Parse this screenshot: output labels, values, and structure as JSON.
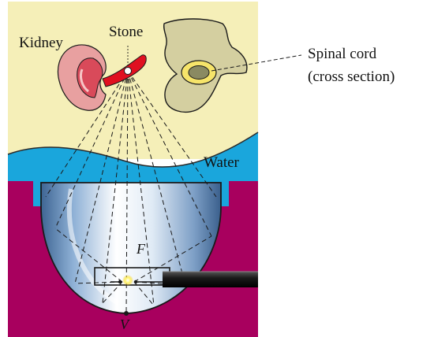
{
  "labels": {
    "kidney": "Kidney",
    "stone": "Stone",
    "spinal_cord_line1": "Spinal cord",
    "spinal_cord_line2": "(cross section)",
    "water": "Water",
    "focus": "F",
    "vertex": "V"
  },
  "colors": {
    "body_tissue": "#f5efb8",
    "water": "#1aa6dc",
    "apparatus": "#a8005e",
    "reflector_light": "#ffffff",
    "reflector_mid": "#bcd3ea",
    "reflector_dark": "#4a6f9a",
    "kidney_outer": "#e8a0a0",
    "kidney_inner": "#d94a5a",
    "stone_highlight": "#e01020",
    "vertebra": "#d4cfa0",
    "spinal_ring": "#f6e46a",
    "spinal_core": "#8a8a62",
    "probe": "#1a1a1a"
  },
  "icons": {
    "kidney": "kidney-icon",
    "stone": "stone-icon",
    "vertebra": "vertebra-icon",
    "reflector": "ellipsoidal-reflector-icon",
    "probe": "spark-probe-icon"
  }
}
